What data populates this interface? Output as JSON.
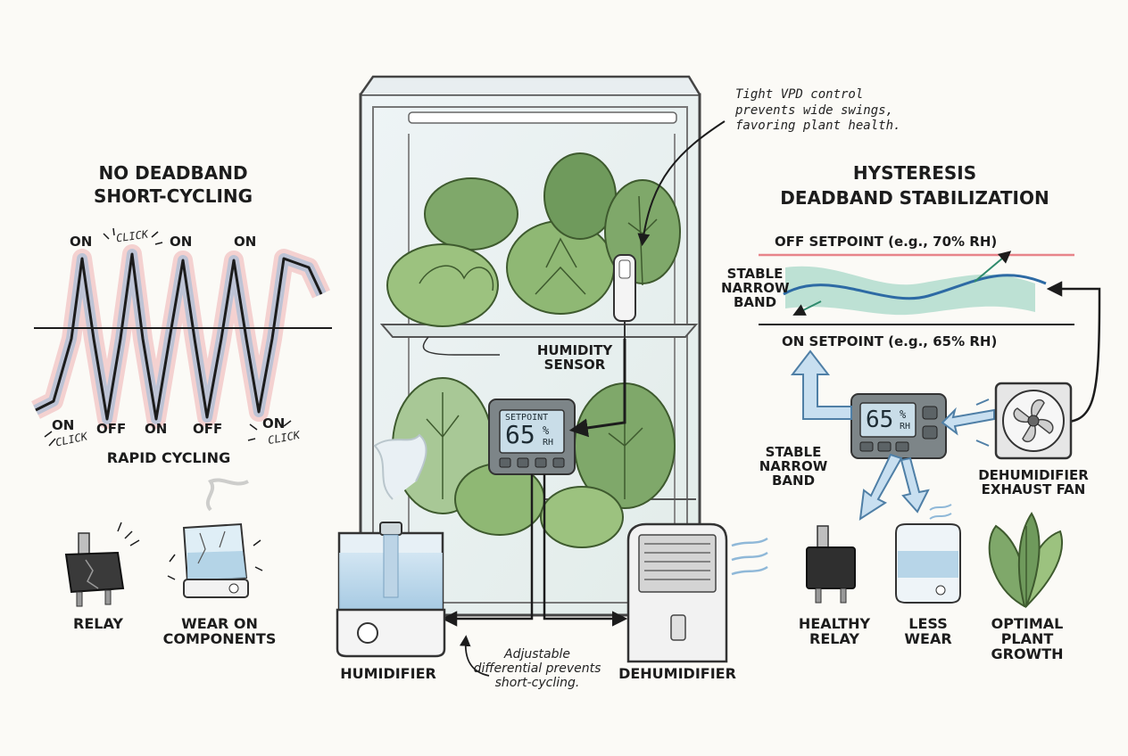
{
  "left_panel": {
    "title": "NO DEADBAND",
    "subtitle": "SHORT-CYCLING",
    "top_labels": [
      "ON",
      "CLICK",
      "ON",
      "ON"
    ],
    "bottom_labels": [
      "ON",
      "CLICK",
      "OFF",
      "ON",
      "OFF",
      "ON",
      "CLICK"
    ],
    "caption": "RAPID CYCLING",
    "relay_label": "RELAY",
    "wear_label": "WEAR ON\nCOMPONENTS"
  },
  "center_panel": {
    "annotation_top": "Tight VPD control\nprevents wide swings,\nfavoring plant health.",
    "sensor_label": "HUMIDITY\nSENSOR",
    "controller": {
      "label": "SETPOINT",
      "value": "65",
      "unit_top": "%",
      "unit_bottom": "RH"
    },
    "humidifier_label": "HUMIDIFIER",
    "dehumidifier_label": "DEHUMIDIFIER",
    "annotation_bottom": "Adjustable\ndifferential prevents\nshort-cycling."
  },
  "right_panel": {
    "title": "HYSTERESIS",
    "subtitle": "DEADBAND STABILIZATION",
    "off_setpoint": "OFF SETPOINT (e.g., 70% RH)",
    "on_setpoint": "ON SETPOINT (e.g., 65% RH)",
    "band_label_top": "STABLE\nNARROW\nBAND",
    "band_label_mid": "STABLE\nNARROW\nBAND",
    "controller": {
      "value": "65",
      "unit_top": "%",
      "unit_bottom": "RH"
    },
    "fan_label": "DEHUMIDIFIER\nEXHAUST FAN",
    "benefits": [
      "HEALTHY\nRELAY",
      "LESS\nWEAR",
      "OPTIMAL\nPLANT\nGROWTH"
    ]
  },
  "colors": {
    "ink": "#1c1c1c",
    "blue": "#8fb8d8",
    "red": "#e8848a",
    "green": "#7fa86a",
    "teal_band": "#a8d8c8",
    "lcd": "#c9dde8"
  }
}
